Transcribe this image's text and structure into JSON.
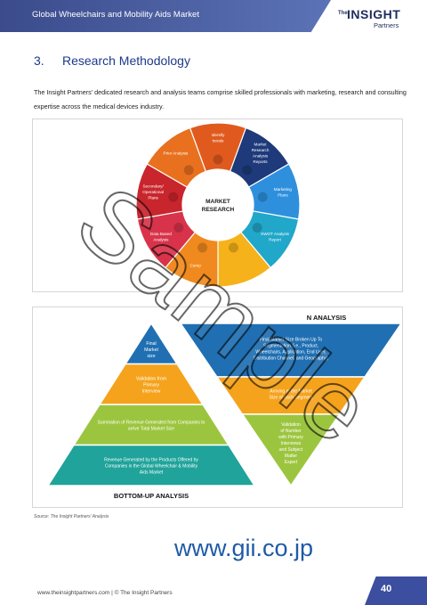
{
  "header": {
    "doc_title": "Global Wheelchairs and Mobility Aids Market",
    "logo_the": "The",
    "logo_insight": "INSIGHT",
    "logo_partners": "Partners"
  },
  "section": {
    "number": "3.",
    "title": "Research Methodology",
    "intro": "The Insight Partners' dedicated research and analysis teams comprise skilled professionals with marketing, research and consulting expertise across the medical devices industry."
  },
  "wheel": {
    "center_line1": "MARKET",
    "center_line2": "RESEARCH",
    "segments": [
      {
        "label": "Identify trends",
        "color": "#e05a1e"
      },
      {
        "label": "Market Research Analysis Reports",
        "color": "#1e3a7a"
      },
      {
        "label": "Marketing Plans",
        "color": "#2e90dd"
      },
      {
        "label": "SWOT Analysis Report",
        "color": "#21a7c9"
      },
      {
        "label": "",
        "color": "#f6b21a"
      },
      {
        "label": "Comp",
        "color": "#f08a1e"
      },
      {
        "label": "Data Based Analysis",
        "color": "#d8334a"
      },
      {
        "label": "Secondary/ Operational Plans",
        "color": "#c9252c"
      },
      {
        "label": "Prior Analysis",
        "color": "#e8701e"
      }
    ]
  },
  "bottom_up": {
    "label": "BOTTOM-UP ANALYSIS",
    "levels": [
      {
        "text": "Final Market size",
        "color": "#1f6fb2"
      },
      {
        "text": "Validation from Primary Interview",
        "color": "#f5a31c"
      },
      {
        "text": "Summation of Revenue Generated from Companies to arrive Total Market Size",
        "color": "#9cc53f"
      },
      {
        "text": "Revenue Generated by the Products Offered by Companies in the Global Wheelchair & Mobility Aids Market",
        "color": "#1fa39a"
      }
    ]
  },
  "top_down": {
    "label": "TOP-DOWN ANALYSIS",
    "label_visible": "N ANALYSIS",
    "levels": [
      {
        "text": "Final Market Size Broken Up To Segmentation (i.e., Product, Wheelchairs, Application, End User, Distribution Channel, and Geography)",
        "color": "#1f6fb2"
      },
      {
        "text": "Arriving at the Market Size of each Segment",
        "color": "#f5a31c"
      },
      {
        "text": "Validation of Number with Primary Interviews and Subject Matter Expert",
        "color": "#9cc53f"
      }
    ]
  },
  "source": "Source: The Insight Partners' Analysis",
  "watermark": "Sample",
  "gii": "www.gii.co.jp",
  "footer": {
    "left": "www.theinsightpartners.com | © The Insight Partners",
    "page": "40"
  }
}
